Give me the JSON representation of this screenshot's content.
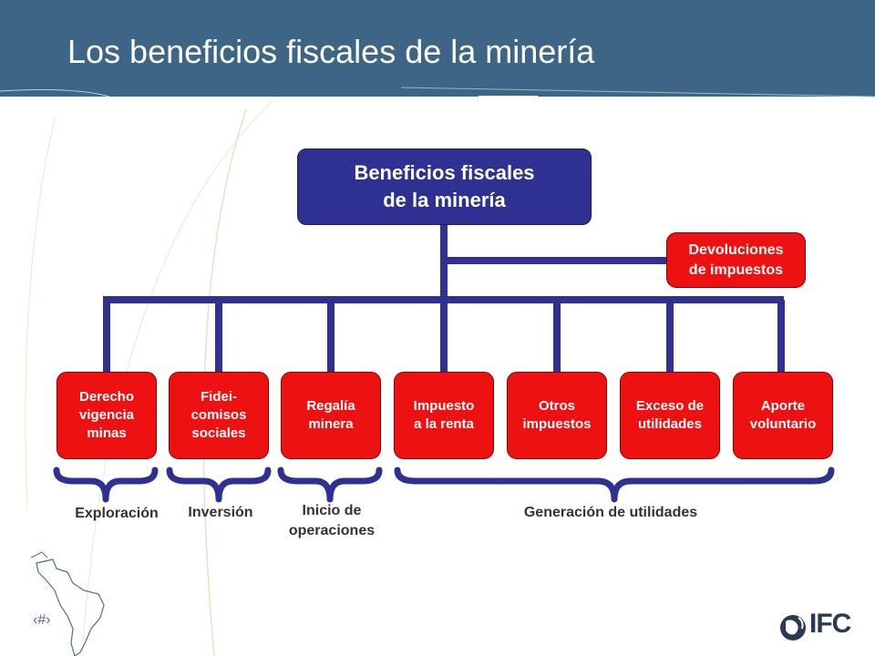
{
  "slide": {
    "title": "Los beneficios fiscales de la minería",
    "slide_number": "‹#›",
    "logo_text": "IFC"
  },
  "colors": {
    "header": "#3d6585",
    "root_node": "#2e3192",
    "connector": "#2e3192",
    "leaf_node": "#ee1111",
    "brace": "#2e3192",
    "phase_text": "#333333"
  },
  "diagram": {
    "root": "Beneficios fiscales\nde la minería",
    "side_node": "Devoluciones\nde impuestos",
    "leaves": [
      "Derecho\nvigencia\nminas",
      "Fidei-\ncomisos\nsociales",
      "Regalía\nminera",
      "Impuesto\na la renta",
      "Otros\nimpuestos",
      "Exceso de\nutilidades",
      "Aporte\nvoluntario"
    ],
    "phases": [
      "Exploración",
      "Inversión",
      "Inicio de\noperaciones",
      "Generación de utilidades"
    ]
  },
  "icons": [
    "latin-america-map-icon",
    "globe-icon"
  ]
}
